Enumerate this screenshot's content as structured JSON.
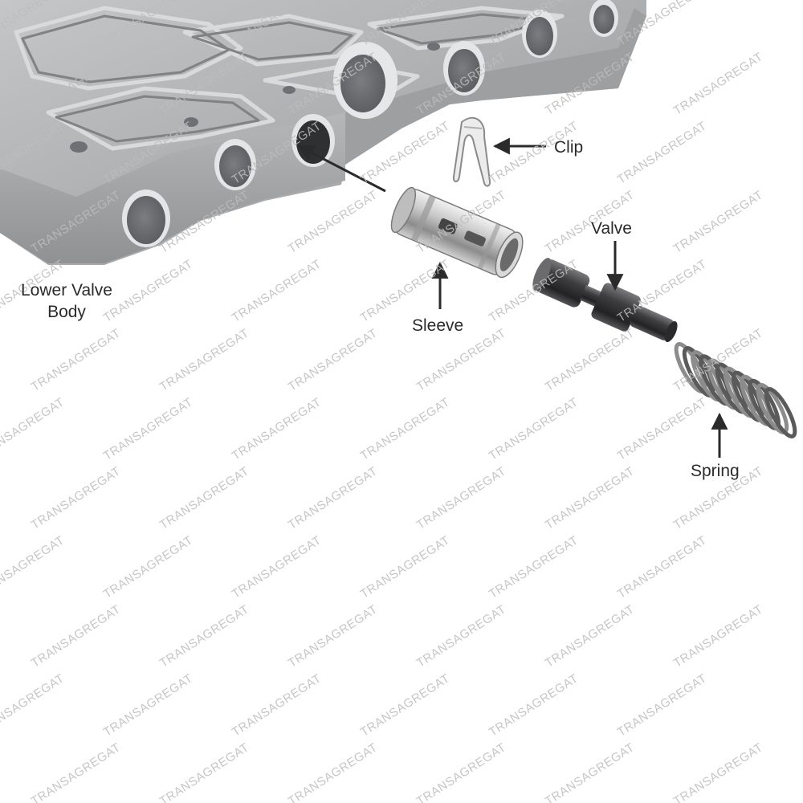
{
  "labels": {
    "lower_valve_body_line1": "Lower Valve",
    "lower_valve_body_line2": "Body",
    "clip": "Clip",
    "valve": "Valve",
    "sleeve": "Sleeve",
    "spring": "Spring"
  },
  "watermark": {
    "text": "TRANSAGREGAT"
  },
  "colors": {
    "casting": "#a9abad",
    "metal_dark": "#3a3a3c",
    "arrow": "#2b2b2b",
    "watermark": "#bdbdbd"
  }
}
